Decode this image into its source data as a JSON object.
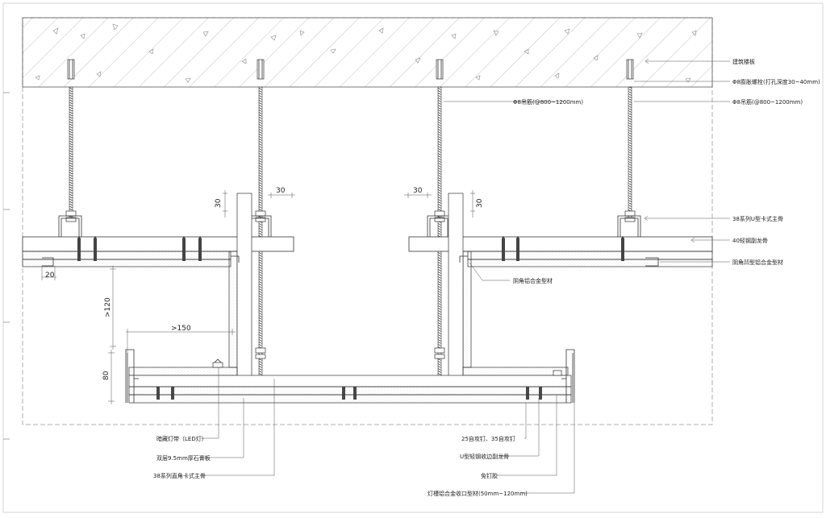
{
  "annotations_right": [
    "建筑楼板",
    "Φ8膨胀螺栓(打孔深度30~40mm)",
    "Φ8吊筋(@800~1200mm)",
    "38系列U型卡式主骨",
    "40轻钢副龙骨",
    "阴角凹型铝合金型材"
  ],
  "annotation_rod_mid": "Φ8吊筋(@800~1200mm)",
  "annotation_corner_profile": "阴角铝合金型材",
  "annotations_bottom_left": [
    "暗藏灯带（LED灯）",
    "双层9.5mm厚石膏板",
    "38系列直角卡式主骨"
  ],
  "annotations_bottom_right": [
    "25自攻钉、35自攻钉",
    "U型轻钢收边副龙骨",
    "免钉胶",
    "灯槽铝合金收口型材(50mm~120mm)"
  ],
  "dimensions": {
    "d30_left_h": "30",
    "d30_left_v": "30",
    "d30_right_h": "30",
    "d30_right_v": "30",
    "d20": "20",
    "d120": ">120",
    "d150": ">150",
    "d80": "80"
  }
}
